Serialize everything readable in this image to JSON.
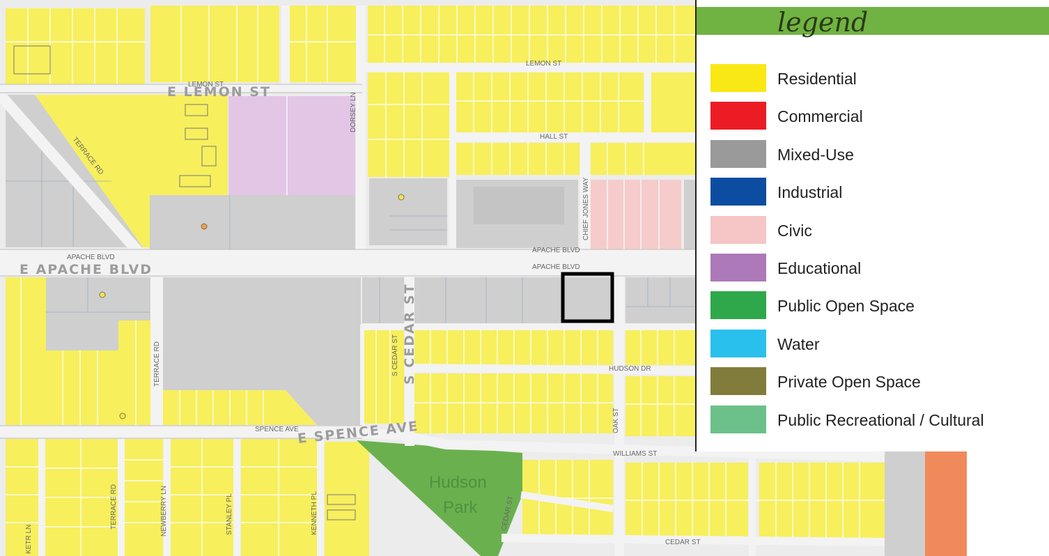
{
  "colors": {
    "residential": "#f7ef5c",
    "mixed_use_parcel": "#cfcfcf",
    "educational_parcel": "#e3c6e6",
    "civic_parcel": "#f6cbcb",
    "park": "#6bb04f",
    "road": "#ececec",
    "edge_orange": "#f08a5a",
    "legend_header_bar": "#70b342"
  },
  "legend": {
    "title": "legend",
    "items": [
      {
        "label": "Residential",
        "color": "#f9e814"
      },
      {
        "label": "Commercial",
        "color": "#ec1c24"
      },
      {
        "label": "Mixed-Use",
        "color": "#9a9a9a"
      },
      {
        "label": "Industrial",
        "color": "#0d4da1"
      },
      {
        "label": "Civic",
        "color": "#f6c5c5"
      },
      {
        "label": "Educational",
        "color": "#ad79b8"
      },
      {
        "label": "Public Open Space",
        "color": "#2ea84a"
      },
      {
        "label": "Water",
        "color": "#29c0ee"
      },
      {
        "label": "Private Open Space",
        "color": "#827c3c"
      },
      {
        "label": "Public Recreational / Cultural",
        "color": "#6cc18a"
      }
    ]
  },
  "map": {
    "streets": {
      "lemon_small": "LEMON ST",
      "lemon_small_2": "LEMON ST",
      "lemon_big": "E LEMON ST",
      "dorsey": "DORSEY LN",
      "terrace_rd_1": "TERRACE RD",
      "hall": "HALL ST",
      "chief_jones": "CHIEF JONES WAY",
      "apache_small_1": "APACHE BLVD",
      "apache_small_2": "APACHE BLVD",
      "apache_small_3": "APACHE BLVD",
      "apache_big": "E APACHE BLVD",
      "cedar_small": "S CEDAR ST",
      "cedar_big": "S CEDAR ST",
      "terrace_rd_2": "TERRACE RD",
      "hudson_dr": "HUDSON DR",
      "oak": "OAK ST",
      "spence_small": "SPENCE AVE",
      "spence_big": "E SPENCE AVE",
      "williams": "WILLIAMS ST",
      "cedar_st_s": "CEDAR ST",
      "ketr": "KETR LN",
      "terrace_rd_3": "TERRACE RD",
      "newberry": "NEWBERRY LN",
      "stanley": "STANLEY PL",
      "kenneth": "KENNETH PL",
      "cedar_park": "CEDAR ST",
      "cedar_bottom": "CEDAR ST"
    },
    "park_name_line1": "Hudson",
    "park_name_line2": "Park"
  }
}
